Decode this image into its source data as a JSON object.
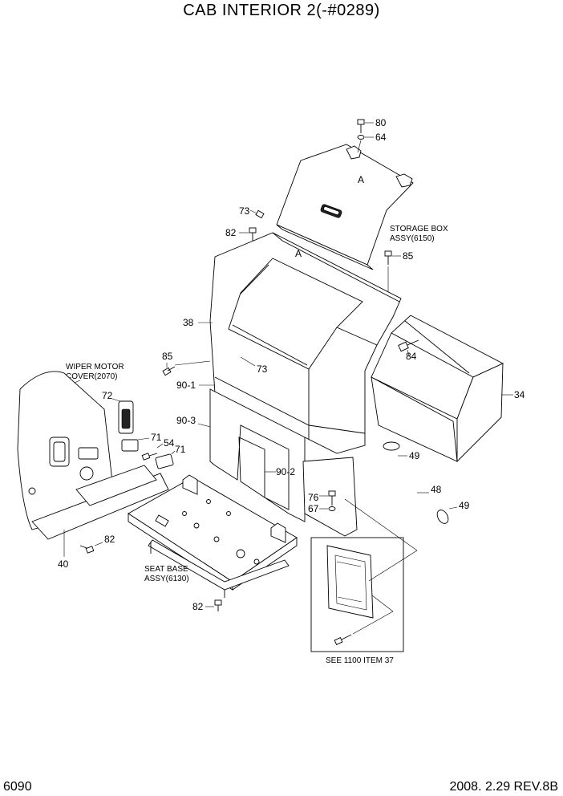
{
  "title": "CAB INTERIOR 2(-#0289)",
  "page_number": "6090",
  "revision": "2008. 2.29  REV.8B",
  "detail_marker": "A",
  "callouts": {
    "p80": "80",
    "p64": "64",
    "p73a": "73",
    "p82a": "82",
    "p85a": "85",
    "p38": "38",
    "p85b": "85",
    "p84": "84",
    "p73b": "73",
    "p90_1": "90-1",
    "p34": "34",
    "p72": "72",
    "p90_3": "90-3",
    "p71a": "71",
    "p54": "54",
    "p71b": "71",
    "p49a": "49",
    "p90_2": "90-2",
    "p48": "48",
    "p76": "76",
    "p67": "67",
    "p49b": "49",
    "p82b": "82",
    "p40": "40",
    "p82c": "82"
  },
  "notes": {
    "storage_box_1": "STORAGE BOX",
    "storage_box_2": "ASSY(6150)",
    "wiper_1": "WIPER MOTOR",
    "wiper_2": "COVER(2070)",
    "seat_base_1": "SEAT BASE",
    "seat_base_2": "ASSY(6130)",
    "see_ref": "SEE 1100 ITEM 37"
  }
}
